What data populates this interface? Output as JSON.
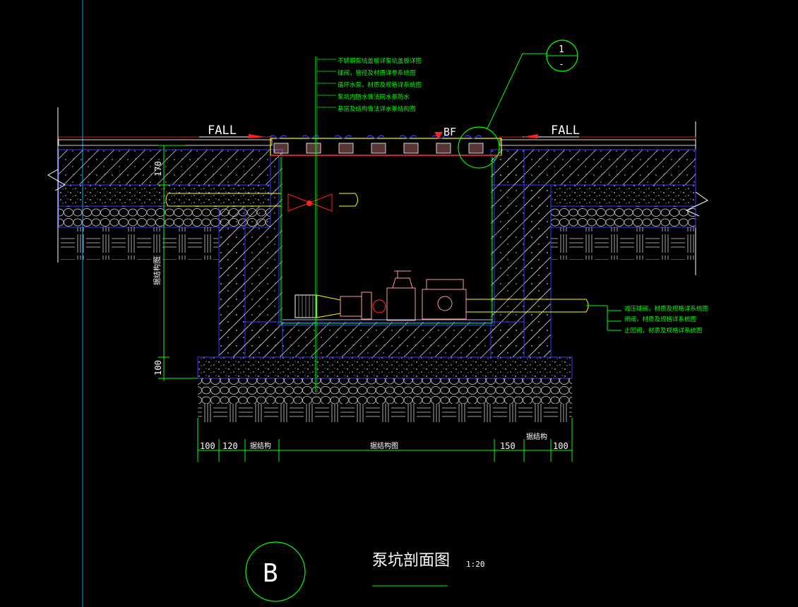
{
  "colors": {
    "background": "#000000",
    "green": "#00ff00",
    "white": "#ffffff",
    "blue": "#3a3aff",
    "red": "#ff2020",
    "yellow": "#ffff00",
    "cyan": "#00b4ff",
    "pink": "#ff9a9a",
    "grey": "#c8c8c8"
  },
  "drawing": {
    "fall_left": "FALL",
    "fall_right": "FALL",
    "bf_label": "BF",
    "detail_ref_top": "1",
    "detail_ref_bottom": "-",
    "top_notes": [
      "不锈钢泵坑盖板详泵坑盖板详图",
      "球阀，管径及材质详参系统图",
      "循环水泵，材质及规格详系统图",
      "泵坑内防水做法同水景防水",
      "基层及结构做法详水景结构图"
    ],
    "right_notes": [
      "减压球阀，材质及规格详系统图",
      "闸阀，材质及规格详系统图",
      "止回阀，材质及规格详系统图"
    ],
    "vertical_dims": {
      "top": "170",
      "middle": "据结构图",
      "bottom": "100"
    },
    "bottom_dims": [
      "100",
      "120",
      "据结构",
      "据结构图",
      "150",
      "据结构",
      "100"
    ],
    "section_mark": "B",
    "title": "泵坑剖面图",
    "scale": "1:20"
  }
}
